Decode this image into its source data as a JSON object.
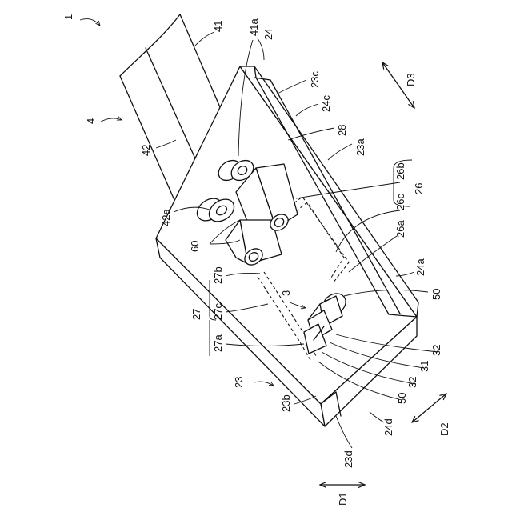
{
  "figure": {
    "labels": {
      "l1": "1",
      "l4": "4",
      "l41": "41",
      "l41a": "41a",
      "l24": "24",
      "l42": "42",
      "l42a": "42a",
      "l60": "60",
      "l23c": "23c",
      "l24c": "24c",
      "l28": "28",
      "l23a": "23a",
      "l26b": "26b",
      "l26c": "26c",
      "l26": "26",
      "l26a": "26a",
      "l24a": "24a",
      "l50a": "50",
      "l3": "3",
      "l27": "27",
      "l27a": "27a",
      "l27c": "27c",
      "l27b": "27b",
      "l32a": "32",
      "l31": "31",
      "l32b": "32",
      "l50b": "50",
      "l23": "23",
      "l23b": "23b",
      "l24d": "24d",
      "l23d": "23d",
      "D1": "D1",
      "D2": "D2",
      "D3": "D3"
    }
  }
}
